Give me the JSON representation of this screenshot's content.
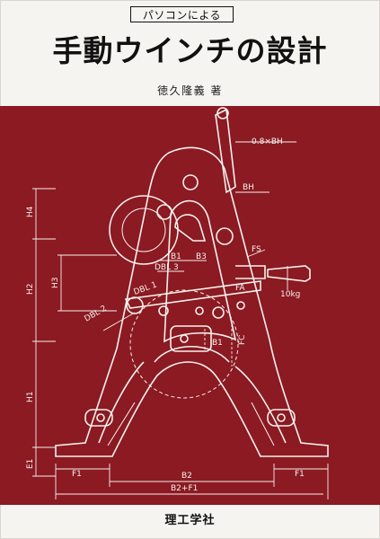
{
  "cover": {
    "series": "パソコンによる",
    "title": "手動ウインチの設計",
    "author": "徳久隆義 著",
    "publisher": "理工学社"
  },
  "drawing": {
    "labels": {
      "bh_ratio": "0.8×BH",
      "bh": "BH",
      "h4": "H4",
      "h3": "H3",
      "h2": "H2",
      "h1": "H1",
      "e1": "E1",
      "fs": "FS",
      "load": "10kg",
      "b1_top": "B1",
      "b3": "B3",
      "dbl3": "DBL 3",
      "dbl2": "DBL 2",
      "dbl1": "DBL 1",
      "fa": "FA",
      "fc": "FC",
      "b1_mid": "B1",
      "f1_left": "F1",
      "f1_right": "F1",
      "b2": "B2",
      "b2_plus_f1": "B2+F1"
    },
    "colors": {
      "panel": "#8b1a22",
      "ink": "#f6f1ee"
    }
  }
}
